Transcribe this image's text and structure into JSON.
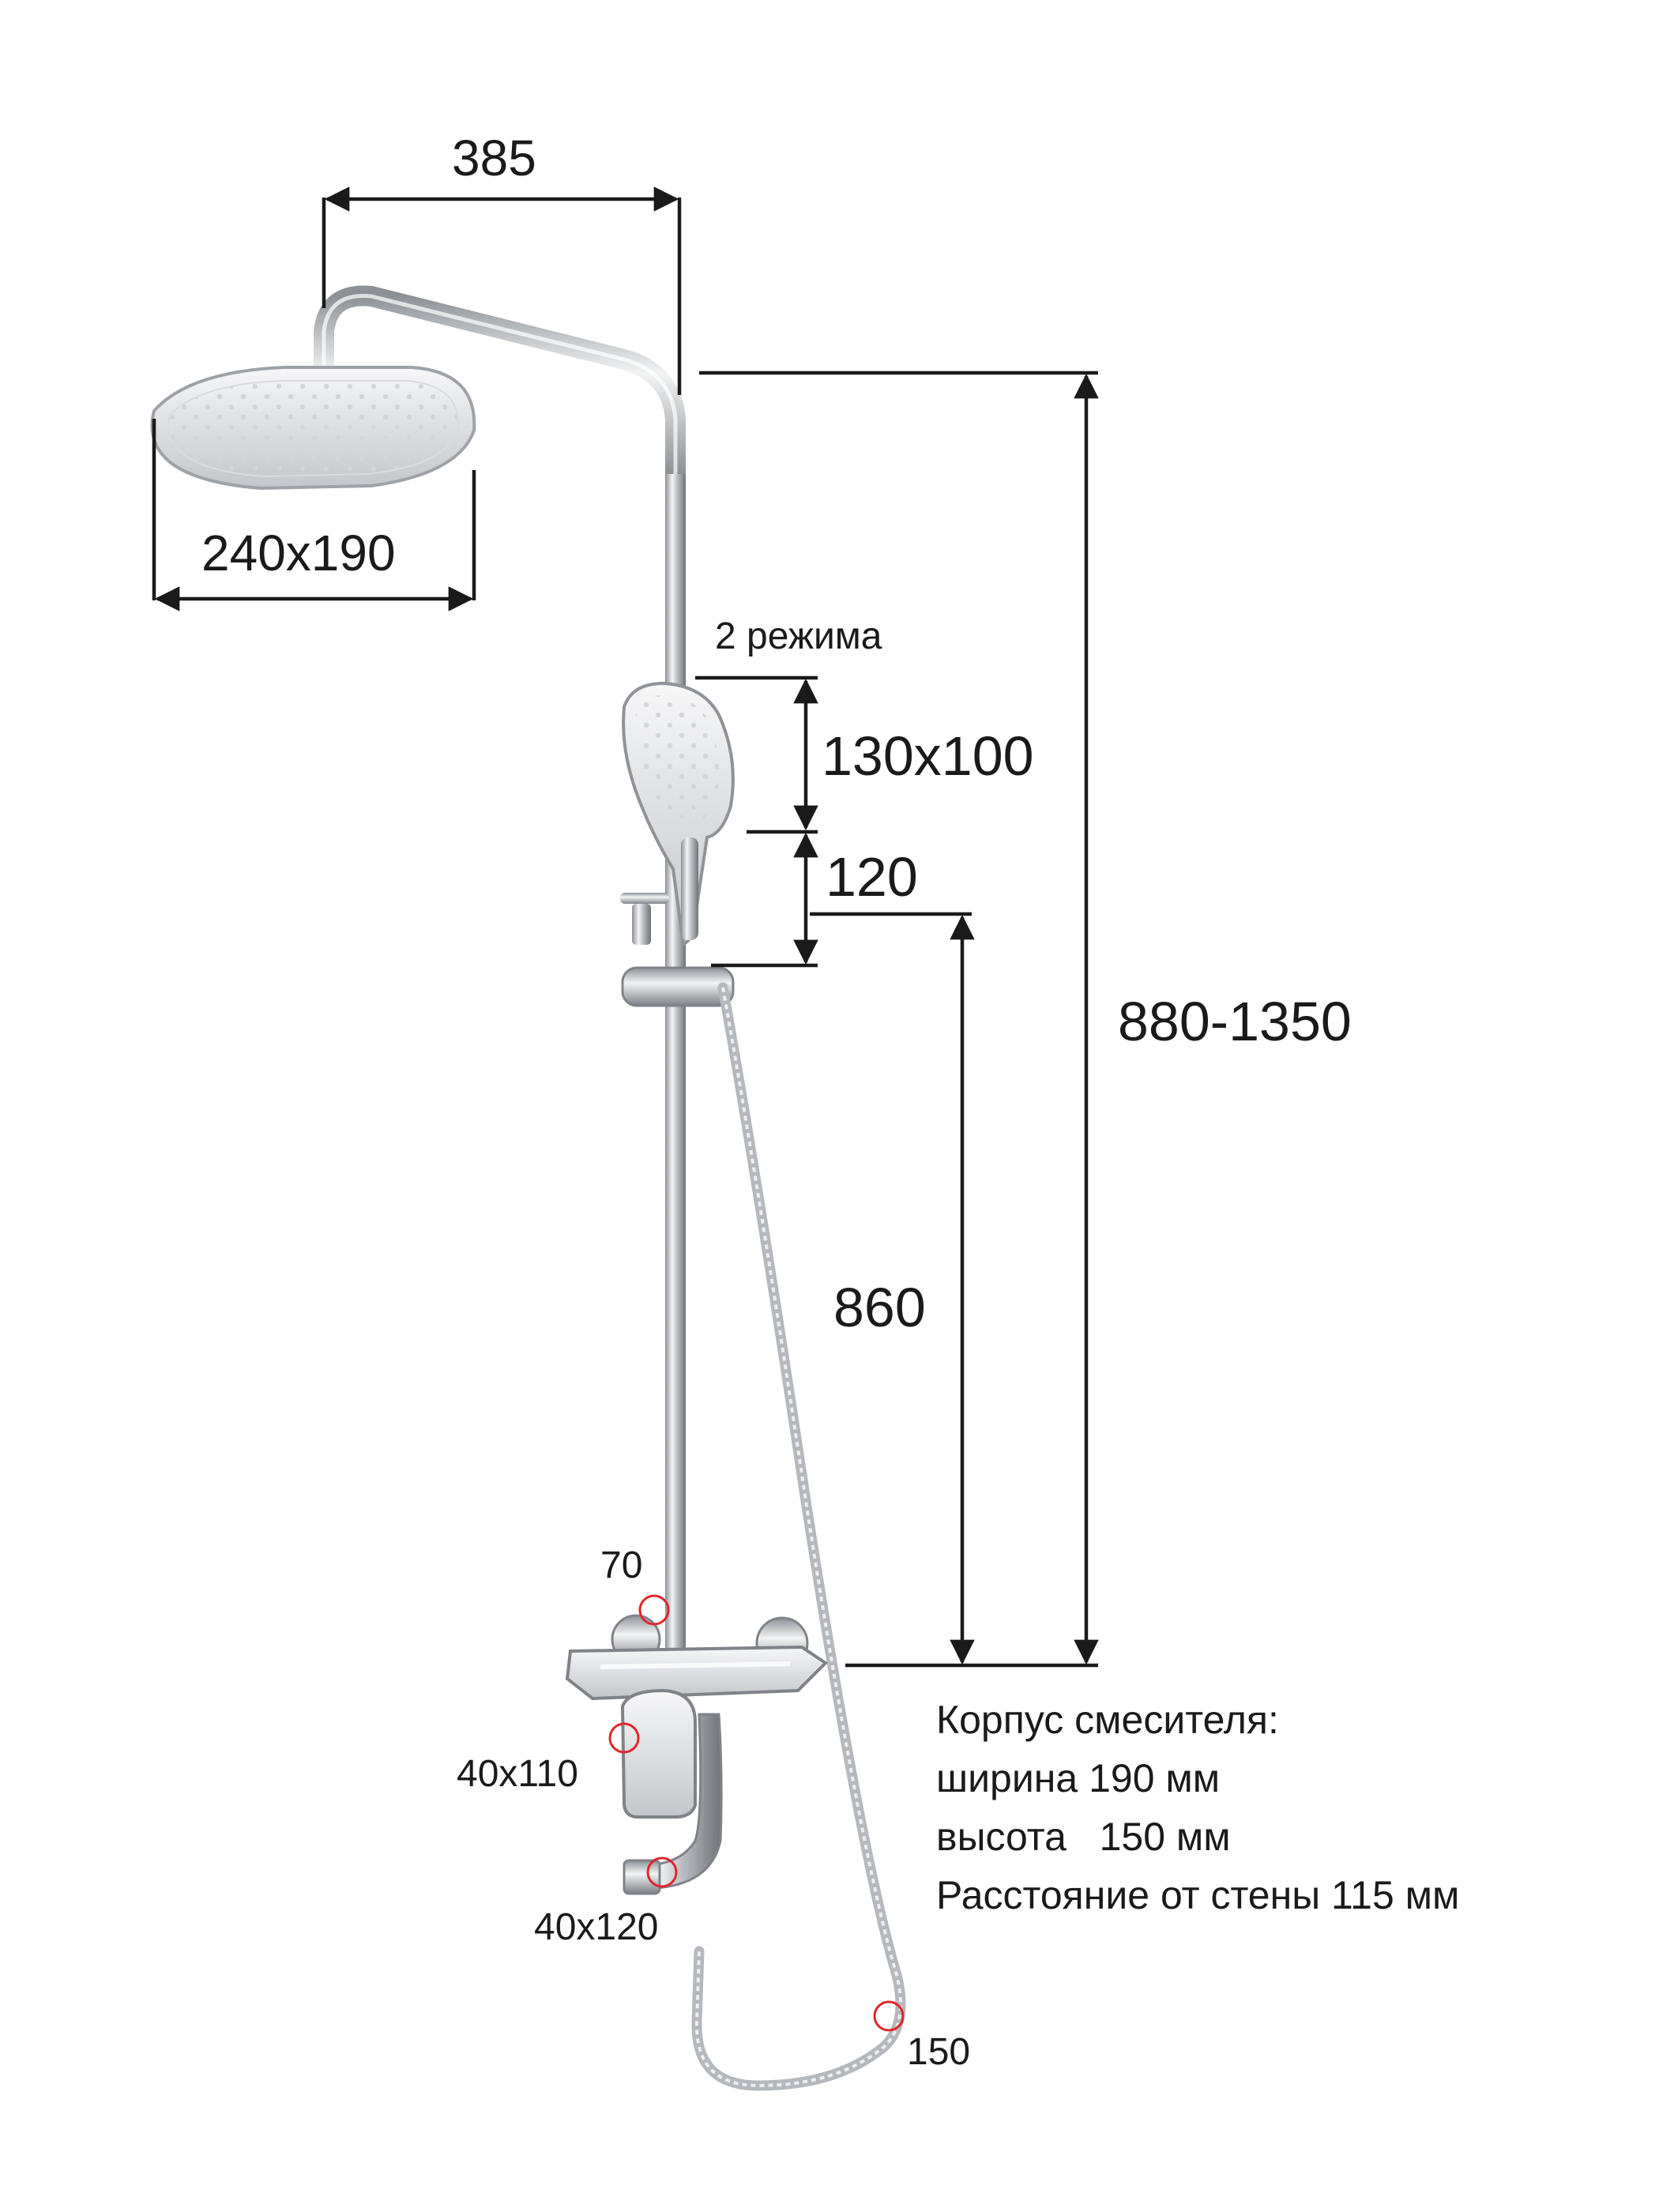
{
  "dimensions": {
    "arm_length": "385",
    "head_size": "240x190",
    "hand_modes": "2 режима",
    "hand_size": "130x100",
    "hand_gap": "120",
    "height_range": "880-1350",
    "holder_height": "860",
    "knob_top": "70",
    "lever_size": "40x110",
    "spout_size": "40x120",
    "hose_size": "150"
  },
  "notes": {
    "title": "Корпус смесителя:",
    "width": "ширина 190 мм",
    "height": "высота   150 мм",
    "wall_distance": "Расстояние от стены 115 мм"
  },
  "colors": {
    "dimension_line": "#1a1a1a",
    "chrome": "#c9ccd0",
    "highlight_marker": "#e0262b"
  }
}
